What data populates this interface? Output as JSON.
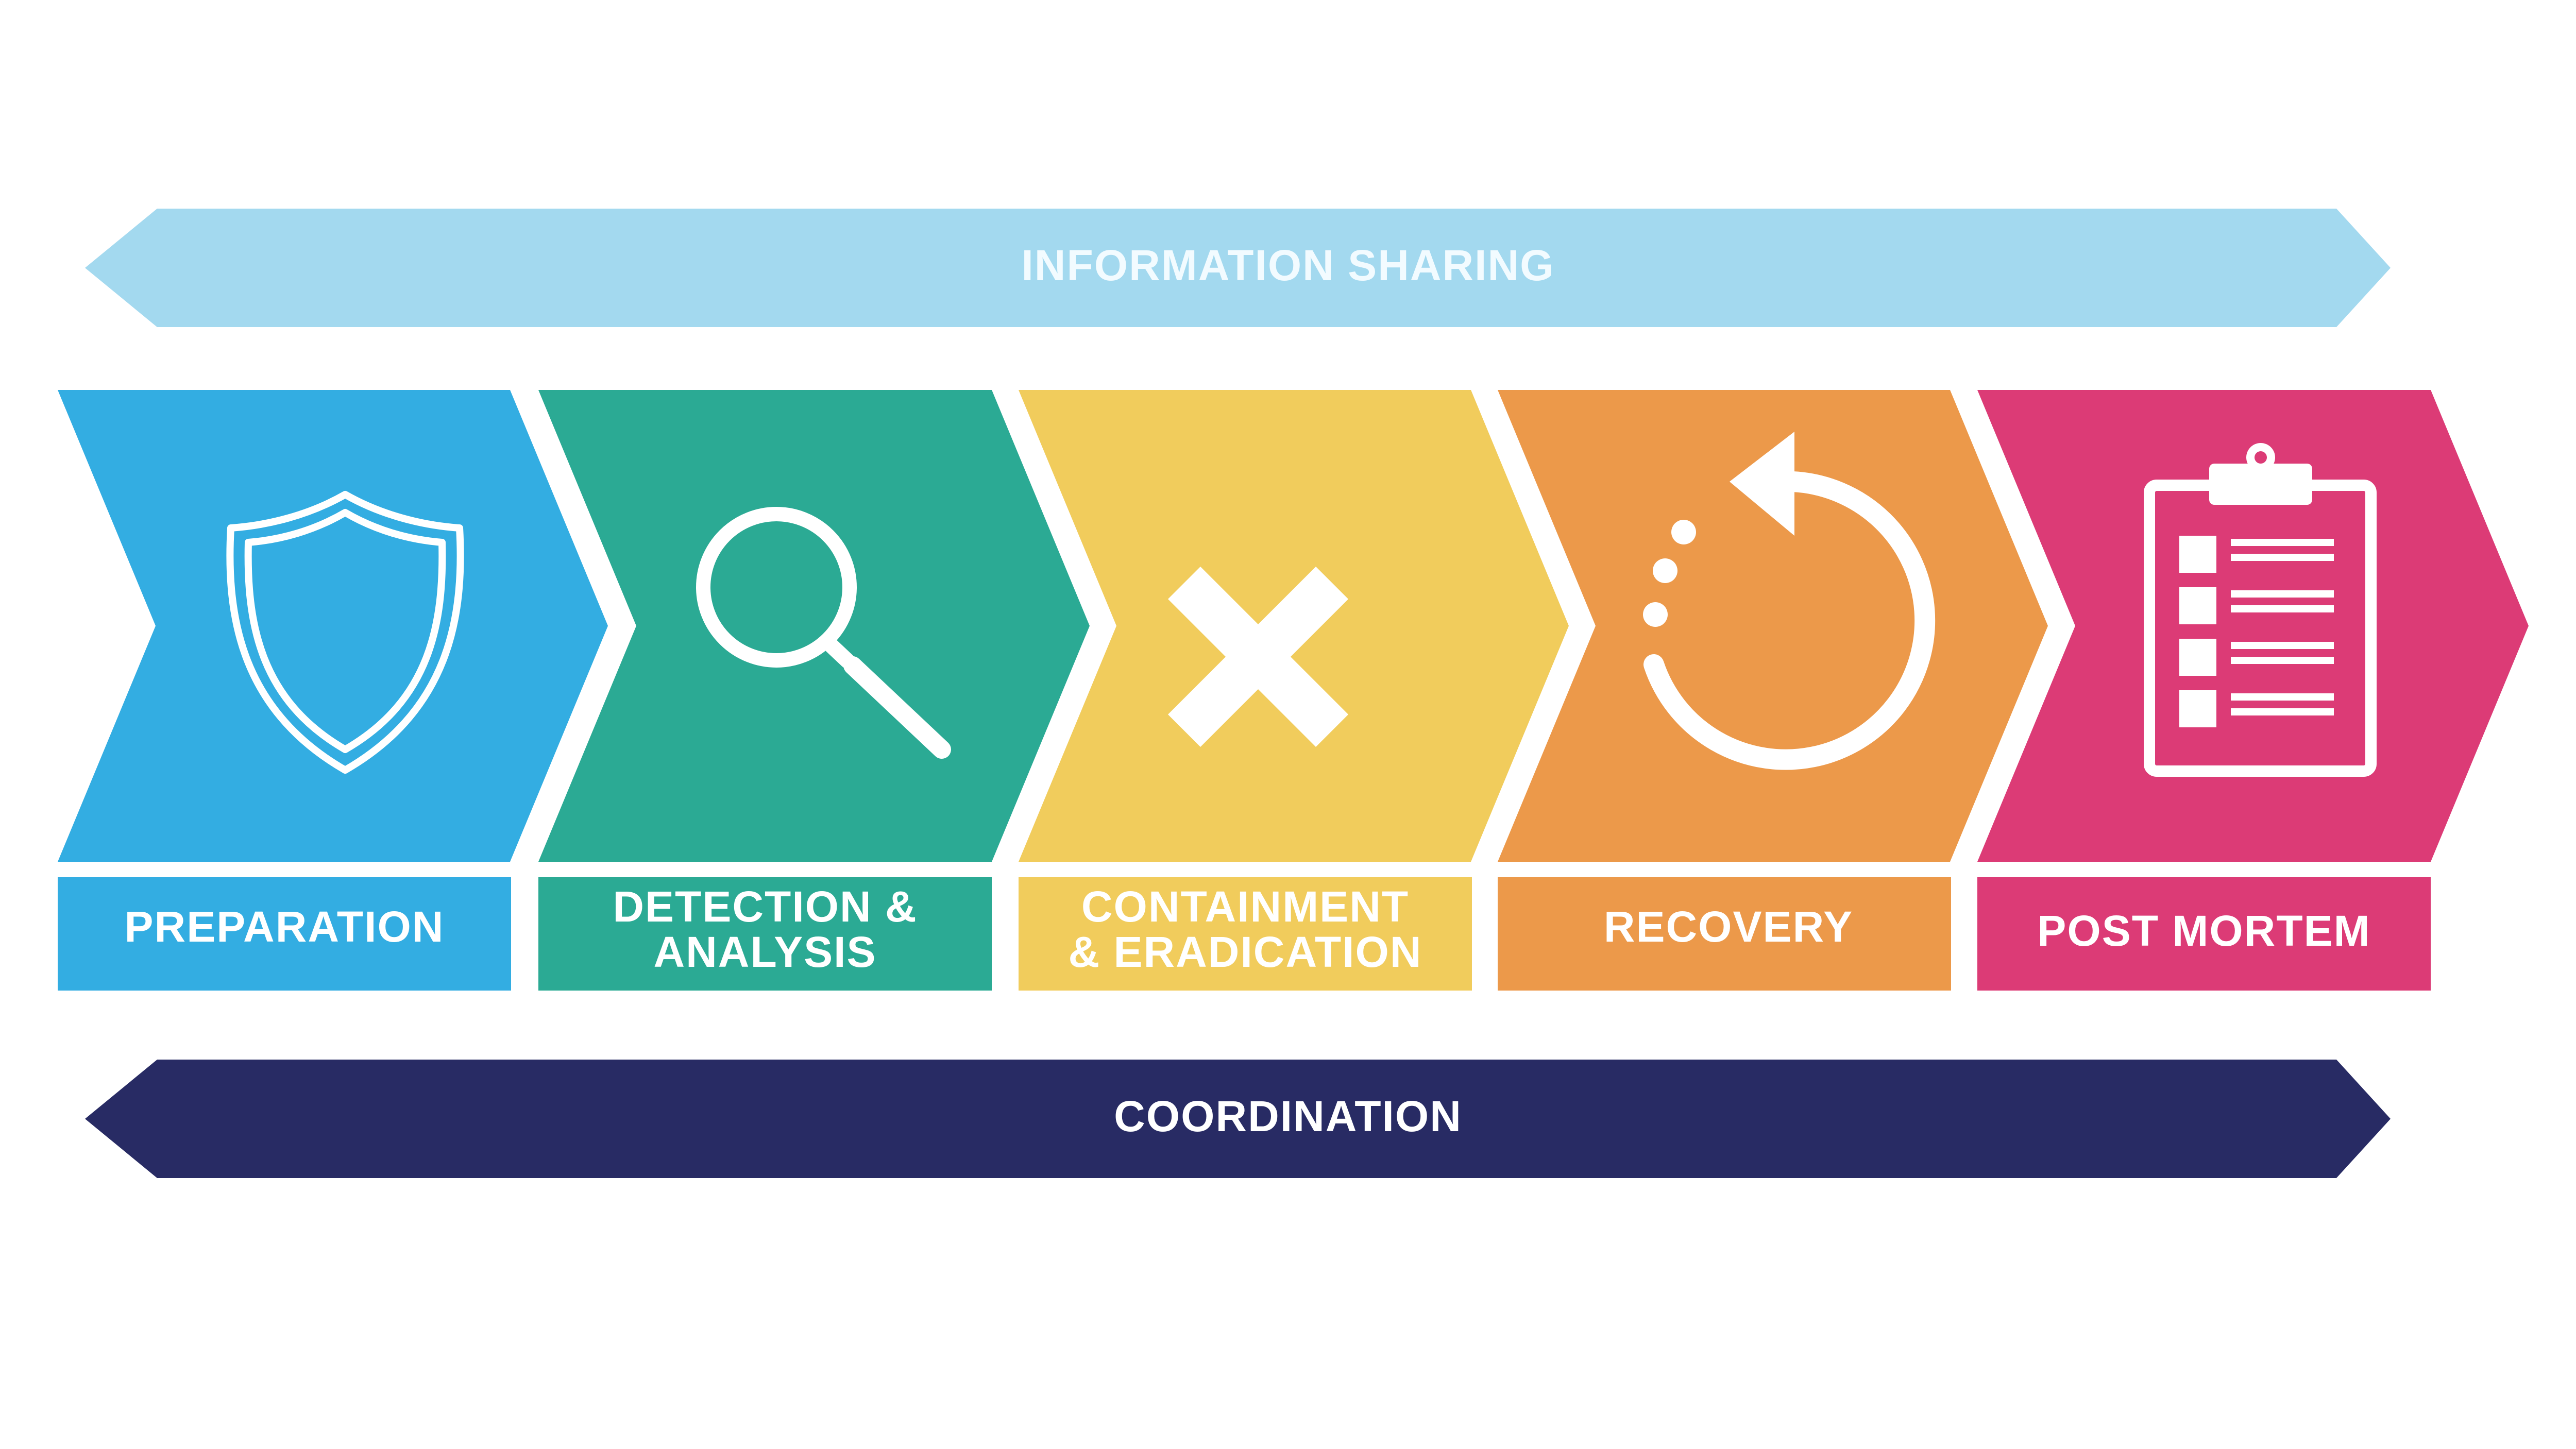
{
  "top_band": {
    "label": "INFORMATION SHARING",
    "color": "#a3d9ef"
  },
  "bottom_band": {
    "label": "COORDINATION",
    "color": "#282b64"
  },
  "stages": [
    {
      "label_lines": [
        "PREPARATION"
      ],
      "color": "#33ade2",
      "icon": "shield-icon"
    },
    {
      "label_lines": [
        "DETECTION &",
        "ANALYSIS"
      ],
      "color": "#2baa94",
      "icon": "magnifier-icon"
    },
    {
      "label_lines": [
        "CONTAINMENT",
        "& ERADICATION"
      ],
      "color": "#f1cc5c",
      "icon": "x-mark-icon"
    },
    {
      "label_lines": [
        "RECOVERY"
      ],
      "color": "#ec994a",
      "icon": "recovery-arrow-icon"
    },
    {
      "label_lines": [
        "POST MORTEM"
      ],
      "color": "#dc3b76",
      "icon": "clipboard-checklist-icon"
    }
  ]
}
